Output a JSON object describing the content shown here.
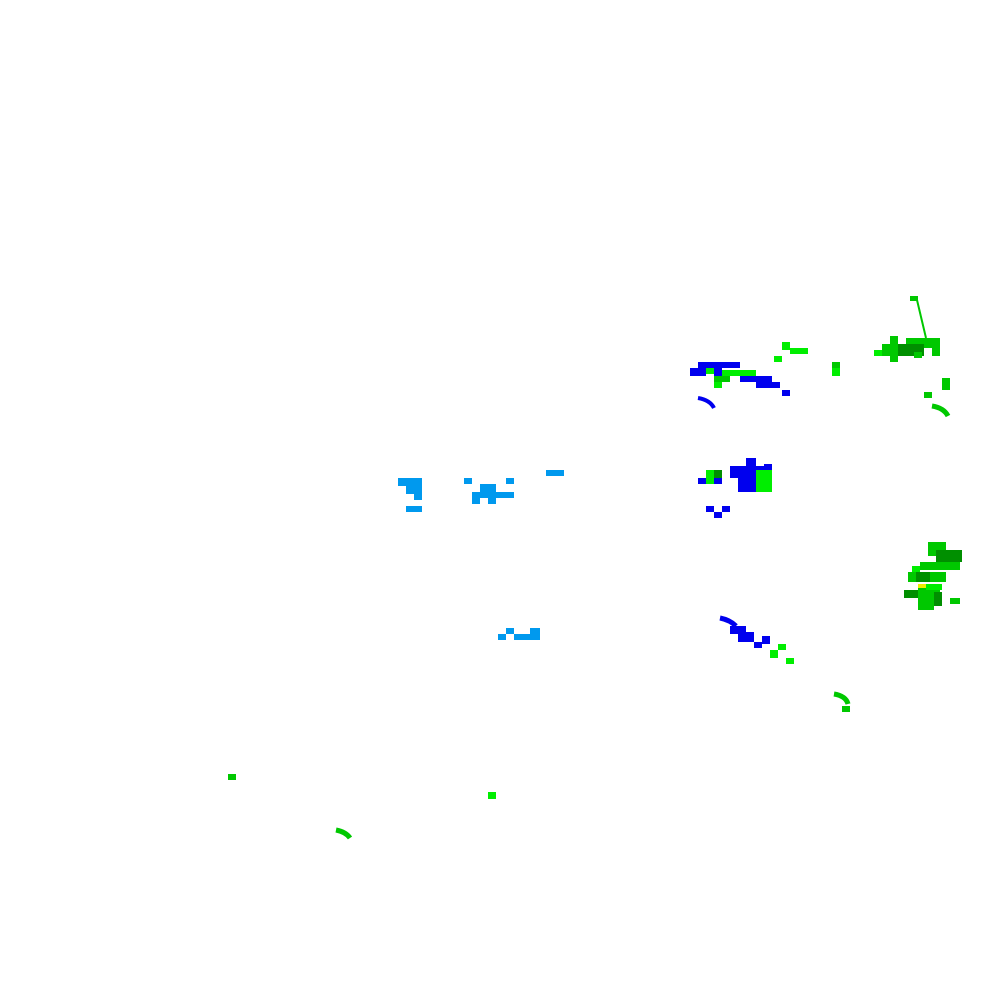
{
  "map": {
    "kind": "weather-radar-reflectivity-tile",
    "background_color": "#ffffff",
    "palette": {
      "light_blue": "#0099ee",
      "blue": "#0000ee",
      "light_green": "#00ee00",
      "green": "#00c800",
      "dark_green": "#008f00",
      "yellow": "#eeee00"
    },
    "echo_clusters": [
      "west-light-blue-cluster",
      "south-light-blue-cluster",
      "north-blue-band",
      "central-blue-cluster",
      "southeast-blue-streak",
      "northeast-green-cluster",
      "east-green-cell",
      "southwest-isolated-echoes"
    ]
  }
}
